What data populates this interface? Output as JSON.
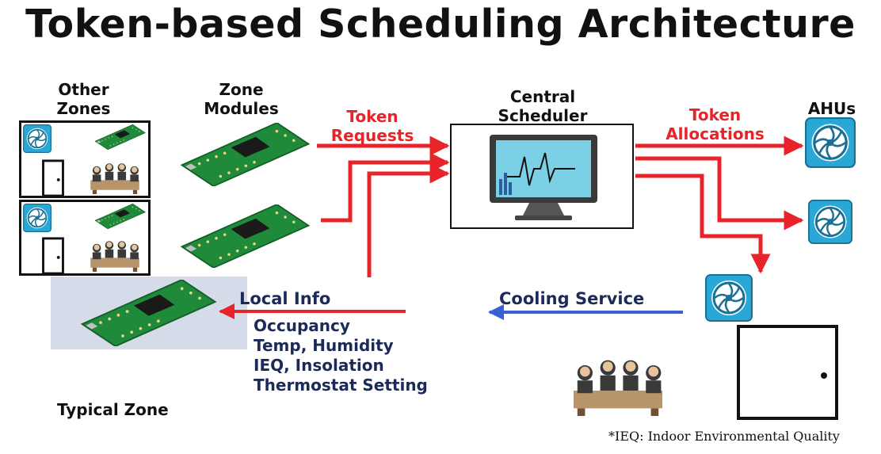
{
  "title": "Token-based Scheduling Architecture",
  "labels": {
    "other_zones": "Other\nZones",
    "zone_modules": "Zone\nModules",
    "token_requests": "Token\nRequests",
    "central_scheduler": "Central\nScheduler",
    "token_allocations": "Token\nAllocations",
    "ahus": "AHUs",
    "local_info": "Local Info",
    "cooling_service": "Cooling Service",
    "typical_zone": "Typical Zone"
  },
  "local_info_items": [
    "Occupancy",
    "Temp, Humidity",
    "IEQ, Insolation",
    "Thermostat Setting"
  ],
  "footnote": "*IEQ: Indoor Environmental Quality",
  "colors": {
    "arrow_red": "#e8242a",
    "arrow_blue": "#3b5fd6",
    "board_green": "#1f8a3a",
    "fan_blue": "#29a8d8",
    "text_navy": "#1c2a5a"
  },
  "icons": [
    "circuit-board-icon",
    "fan-icon",
    "door-icon",
    "meeting-people-icon",
    "monitor-icon"
  ]
}
